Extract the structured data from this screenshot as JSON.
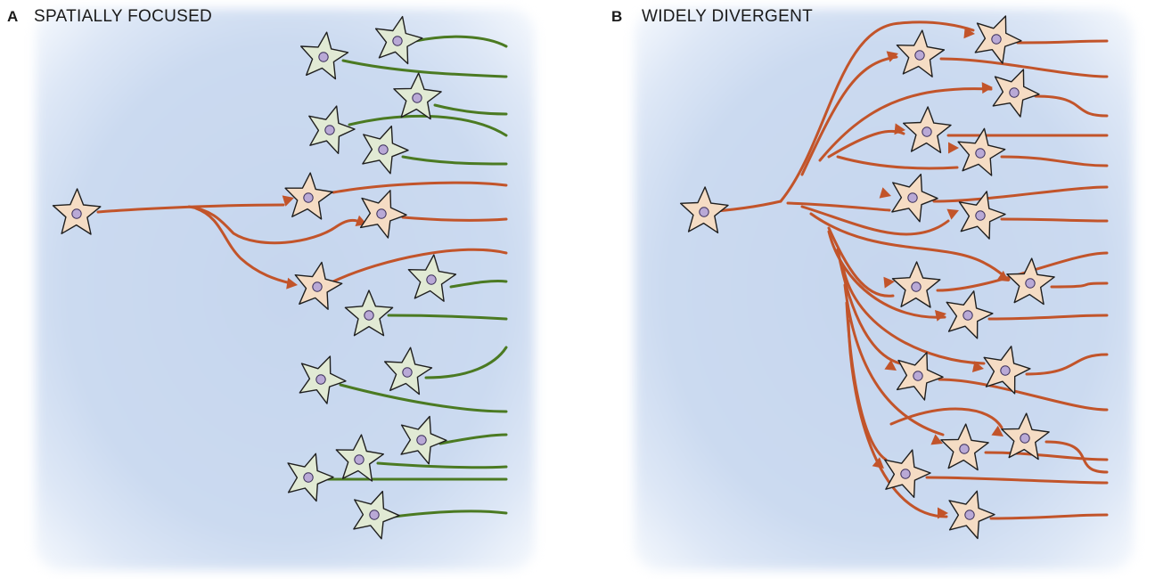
{
  "panels": [
    {
      "letter": "A",
      "title": "SPATIALLY FOCUSED"
    },
    {
      "letter": "B",
      "title": "WIDELY DIVERGENT"
    }
  ],
  "colors": {
    "excited_neuron": "#f5dcc4",
    "inactive_neuron": "#e1ead4",
    "excitatory_axon": "#c2542a",
    "inactive_axon": "#4b7a22",
    "nucleus": "#b9a9d6"
  }
}
